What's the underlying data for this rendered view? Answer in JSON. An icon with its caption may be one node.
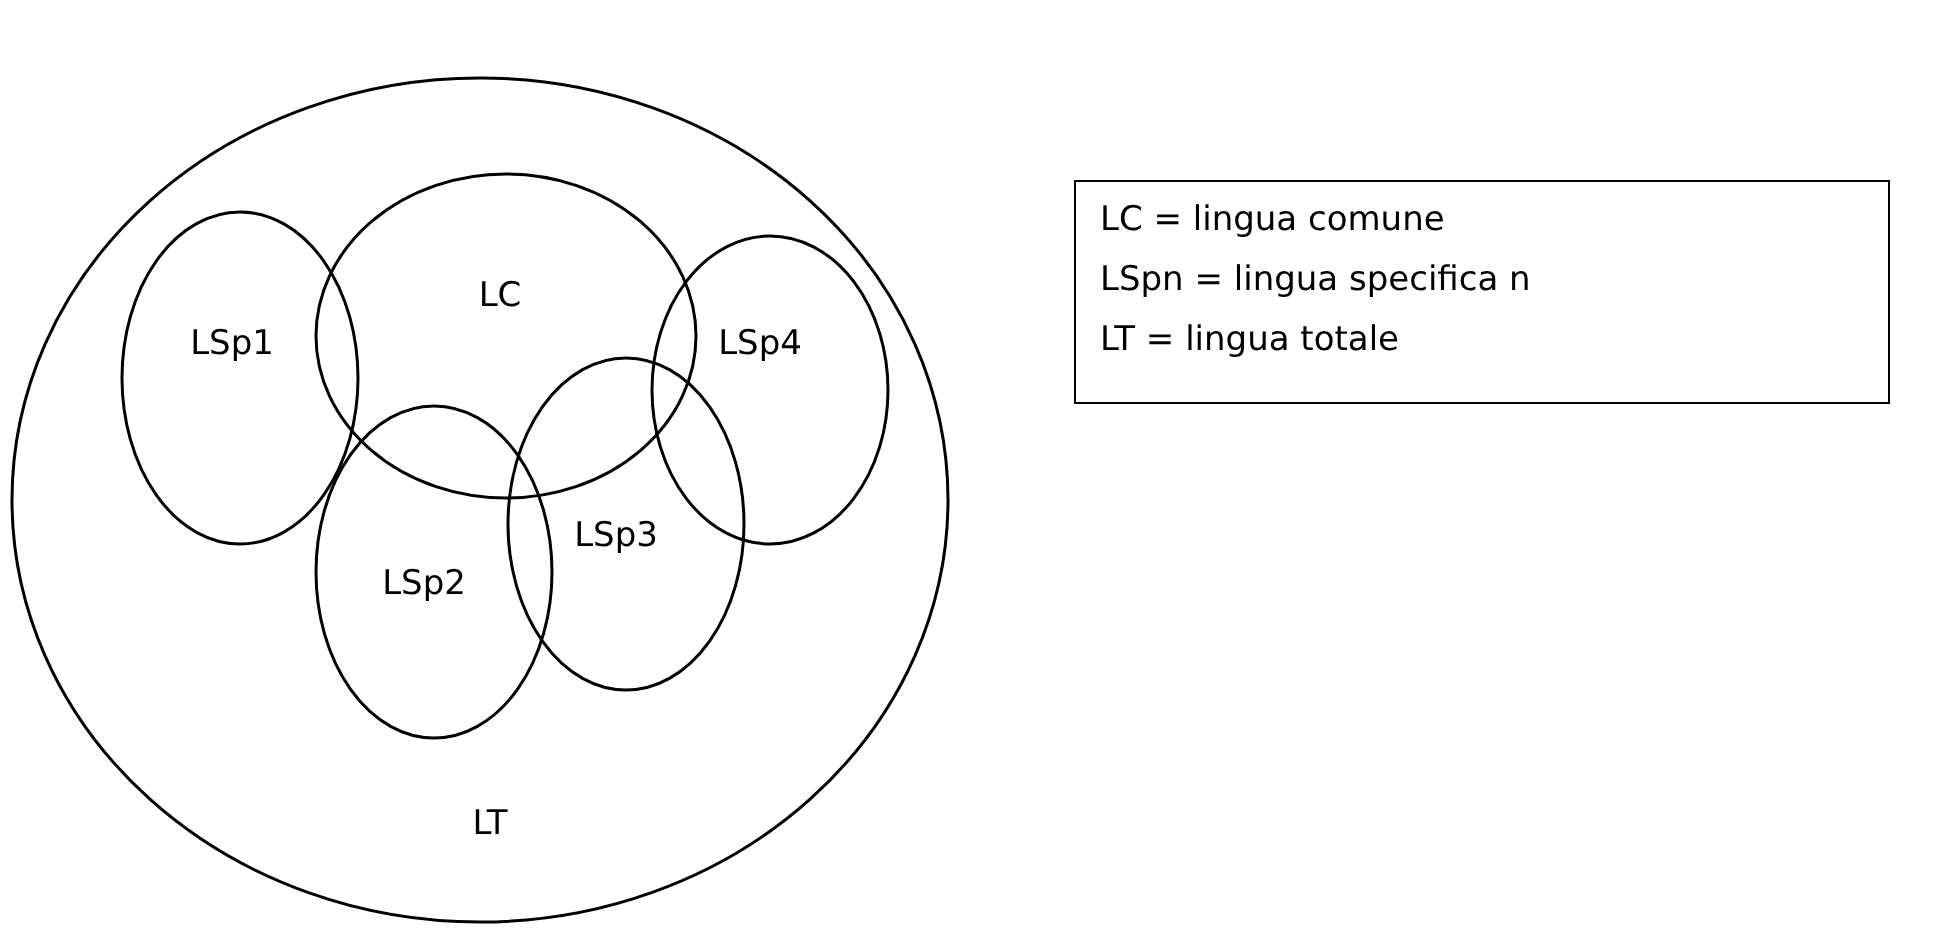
{
  "diagram": {
    "nodes": [
      {
        "text": [
          "LT"
        ]
      },
      {
        "text": [
          "LC"
        ],
        "in": 0
      },
      {
        "text": [
          "LSp1"
        ],
        "in": 0
      },
      {
        "text": [
          "LSp2"
        ],
        "in": 0
      },
      {
        "text": [
          "LSp3"
        ],
        "in": 0
      },
      {
        "text": [
          "LSp4"
        ],
        "in": 0
      },
      {
        "text": [
          "LC = lingua comune",
          "LSpn = lingua specifica n",
          "LT = lingua totale"
        ]
      }
    ],
    "edges": []
  }
}
